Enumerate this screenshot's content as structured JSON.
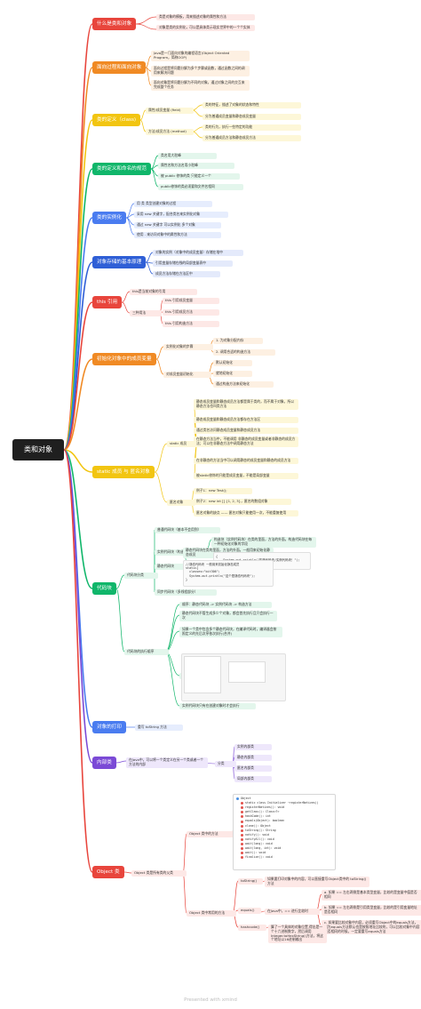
{
  "root": "类和对象",
  "colors": {
    "red": "#e8453c",
    "orange": "#f08a24",
    "yellow": "#f2c511",
    "green": "#10b66a",
    "blue": "#4a7cf0",
    "navy": "#2f5fd6",
    "purple": "#7b4ad6"
  },
  "branches": [
    {
      "label": "什么是类和对象",
      "color": "red"
    },
    {
      "label": "面向过程和面向对象",
      "color": "orange"
    },
    {
      "label": "类的定义（class)",
      "color": "yellow"
    },
    {
      "label": "类的定义和命名的规范",
      "color": "green"
    },
    {
      "label": "类的实例化",
      "color": "blue"
    },
    {
      "label": "对象存储的基本原理",
      "color": "navy"
    },
    {
      "label": "this 引用",
      "color": "red"
    },
    {
      "label": "初始化对象中的成员变量",
      "color": "orange"
    },
    {
      "label": "static 成员 与 匿名对象",
      "color": "yellow"
    },
    {
      "label": "代码块",
      "color": "green"
    },
    {
      "label": "对象的打印",
      "color": "blue"
    },
    {
      "label": "内部类",
      "color": "purple"
    },
    {
      "label": "Object 类",
      "color": "red"
    }
  ],
  "leaves": {
    "what1": "类是对象的模板，用来描述对象的属性和方法",
    "what2": "对象是类的实例化，可以是具体类示现实世界中的一个个实体",
    "po1": "Java是一门面向对象的编程语言(Object Oriented Program，简称OOP)",
    "po2": "面向过程是将问题分解为多个步骤或函数，通过函数之间的调用来解决问题",
    "po3": "面向对象是将问题分解为不同的对象，通过对象之间的交互来完成整个任务",
    "cls_field": "属性/成员变量 (field)",
    "cls_field1": "类的特征，描述了对象的状态和特性",
    "cls_field2": "分为普通成员变量和静态成员变量",
    "cls_method": "方法/成员方法 (method)",
    "cls_method1": "类的行为，执行一些特定的功能",
    "cls_method2": "分为普通成员方法和静态成员方法",
    "name1": "类名用大驼峰",
    "name2": "属性名和方法名用小驼峰",
    "name3": "被 public 修饰的类 只能定义一个",
    "name4": "public修饰的类必须要和文件名相同",
    "inst1": "用 类 类型创建对象的过程",
    "inst2": "采用 new 关键字，配合类名来实例化对象",
    "inst3": "通过 new 关键字 可以实例化 多个对象",
    "inst4": "使用 . 来访问对象中的属性和方法",
    "store1": "对象的实例（对象中的成员变量）存储在堆中",
    "store2": "引用变量存储在栈的局部变量表中",
    "store3": "成员方法存储在方法区中",
    "this0": "this是当前对象的引用",
    "this_use": "三种用法",
    "this1": "this 引用成员变量",
    "this2": "this 引用成员方法",
    "this3": "this 引用构造方法",
    "init_ctor": "实例化对象的步骤",
    "init_c1": "1. 为对象分配内存",
    "init_c2": "2. 调用合适的构造方法",
    "init_m": "对成员变量初始化",
    "init_m1": "默认初始化",
    "init_m2": "就地初始化",
    "init_m3": "通过构造方法来初始化",
    "static_grp": "static 成员",
    "static1": "静态成员变量和静态成员方法都是属于类的，而不属于对象，所以静态方法也叫类方法",
    "static2": "静态成员变量和静态成员方法都存在方法区",
    "static3": "通过类名访问静态成员变量和静态成员方法",
    "static4": "在静态方法当中，不能调用 非静态的成员变量或者非静态的成员方法；可以在非静态方法中调用静态方法",
    "static5": "在非静态的方法当中可以调用静态的成员变量和静态的成员方法",
    "static6": "被static修饰的只能是成员变量，不能是局部变量",
    "anon_grp": "匿名对象",
    "anon1": "例子1：new Test();",
    "anon2": "例子2：new int [] {1, 2, 3}，匿名的数组对象",
    "anon3": "匿名对象的缺点 —— 匿名对象只能使用一次，不能重复使用",
    "blk_cls": "代码块分类",
    "blk1": "普通代码块（基本不会用到）",
    "blk2": "实例代码块（构造代码块）",
    "blk2d": "构造块（实例代码块）在类的里面，方法的外面。构造代码块在每一种初始化对象的字段",
    "blk3": "静态代码块",
    "blk3d": "静态代码块在类的里面，方法的外面。一般用来初始化静态成员",
    "blk4": "同步代码块（多线程部分）",
    "blk_ord": "代码块的执行顺序",
    "blk_o1": "顺序：静态代码块 -> 实例代码块 -> 构造方法",
    "blk_o2": "静态代码块不管生成多少个对象，都会首先执行且只会执行一次",
    "blk_o3": "如果一个类中包含多个静态代码块，在编译代码时，编译器会按照定义的先后次序依次执行(合并)",
    "blk_ex": "实例代码块只有在创建对象时才会执行",
    "blk_eg": "例如",
    "print1": "重写 toString 方法",
    "inner_d": "在Java中，可以将一个类定义在另一个类或者一个方法的内部",
    "inner_cat": "分类",
    "inner1": "实例内部类",
    "inner2": "静态内部类",
    "inner3": "匿名内部类",
    "inner4": "局部内部类",
    "obj0": "Object 类是所有类的父类",
    "obj_m": "Object 类中的方法",
    "obj_cm": "Object 类中常用的方法",
    "ts": "toString()",
    "ts_d": "如果要打印对象中的内容，可以直接重写Object类中的 toString() 方法",
    "eq": "equals()",
    "eq_d": "在Java中，== 进行比较时",
    "eq1": "a. 如果 == 左右两侧是基本类型变量，比较的是变量中值是否相同",
    "eq2": "b. 如果 == 左右两侧是引用类型变量，比较的是引用变量地址是否相同",
    "eq3": "c. 如果要比较对象中内容，必须重写Object中的equals方法，因为equals方法默认也是按照地址比较的，可以比较对象中内容是否相同的时候，一定要重写equals方法",
    "hc": "hashcode()",
    "hc_d": "算了一个具体的对象位置,得出是一个十六进制数字，然后调用Integer.toHexString()方法，将这个地址以16进制输出"
  },
  "code": {
    "blk2": "{\n    System.out.println(\"构造代码块/实例代码块！\");\n}",
    "blk3": "//静态代码块 一般用来初始化静态成员\nstatic{\n  classes=\"bit306\";\n  System.out.println(\"这个是静态代码块\");\n}"
  },
  "ide": {
    "title": "Object",
    "rows": [
      "static class Initializer ~registerNatives()",
      "registerNatives(): void",
      "getClass(): Class<?>",
      "hashCode(): int",
      "equals(Object): boolean",
      "clone(): Object",
      "toString(): String",
      "notify(): void",
      "notifyAll(): void",
      "wait(long): void",
      "wait(long, int): void",
      "wait(): void",
      "finalize(): void"
    ]
  },
  "watermark": "Presented with xmind"
}
